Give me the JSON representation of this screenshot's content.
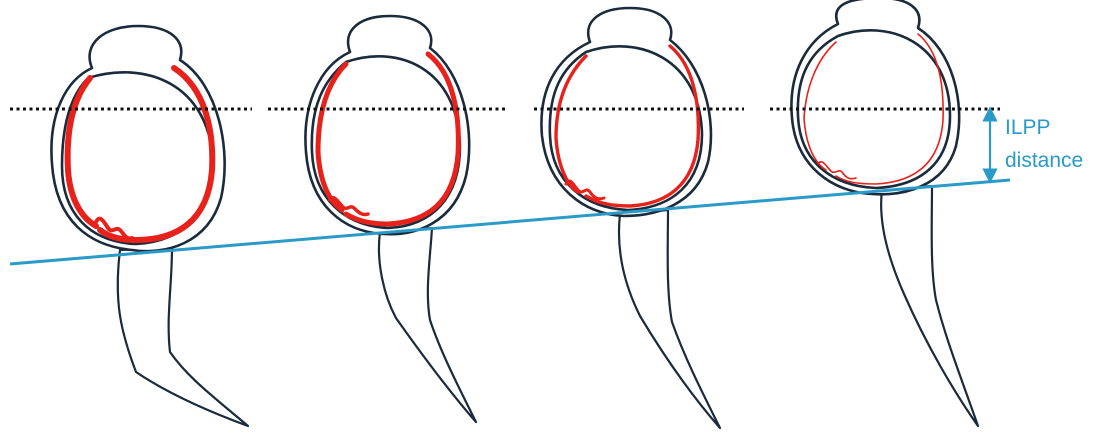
{
  "annotation": {
    "line1": "ILPP",
    "line2": "distance"
  },
  "colors": {
    "outline": "#1a2b3c",
    "red_layer": "#e8221b",
    "blue_reference": "#2a9ac8",
    "dotted_reference": "#111111"
  },
  "figures": [
    {
      "id": "stage-1",
      "red_layer_thickness": "thick",
      "folds": true
    },
    {
      "id": "stage-2",
      "red_layer_thickness": "medium-thick",
      "folds": true
    },
    {
      "id": "stage-3",
      "red_layer_thickness": "medium",
      "folds": true
    },
    {
      "id": "stage-4",
      "red_layer_thickness": "thin",
      "folds": true
    }
  ]
}
